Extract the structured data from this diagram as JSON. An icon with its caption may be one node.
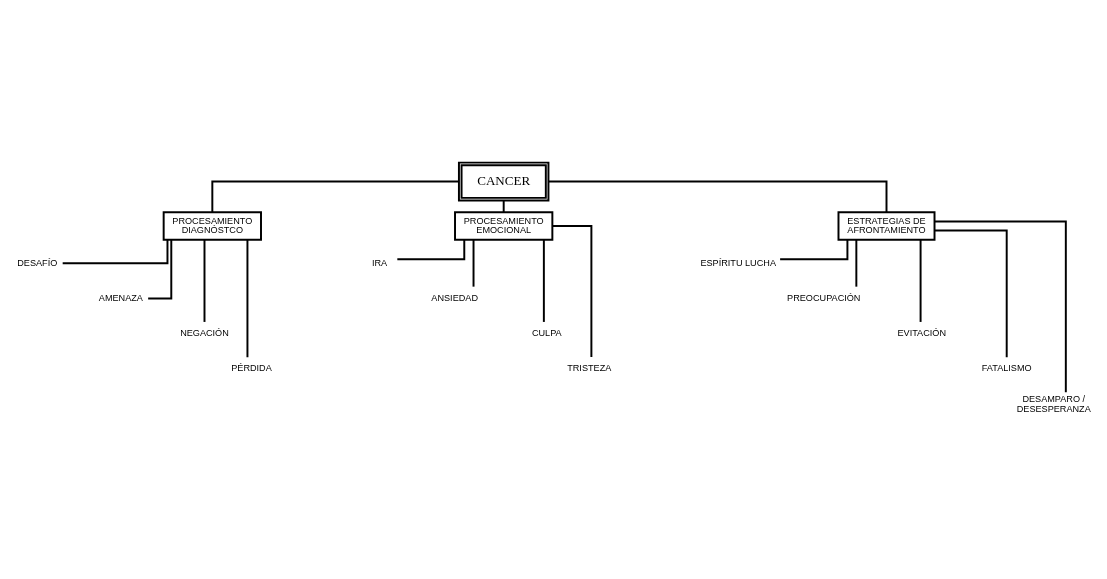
{
  "diagram": {
    "nodes": [
      {
        "text": [
          "CANCER"
        ]
      },
      {
        "text": [
          "PROCESAMIENTO DIAGNÓSTCO"
        ]
      },
      {
        "text": [
          "PROCESAMIENTO EMOCIONAL"
        ]
      },
      {
        "text": [
          "ESTRATEGIAS DE AFRONTAMIENTO"
        ]
      },
      {
        "text": [
          "DESAFÍO"
        ]
      },
      {
        "text": [
          "AMENAZA"
        ]
      },
      {
        "text": [
          "NEGACIÓN"
        ]
      },
      {
        "text": [
          "PÉRDIDA"
        ]
      },
      {
        "text": [
          "IRA"
        ]
      },
      {
        "text": [
          "ANSIEDAD"
        ]
      },
      {
        "text": [
          "CULPA"
        ]
      },
      {
        "text": [
          "TRISTEZA"
        ]
      },
      {
        "text": [
          "ESPÍRITU LUCHA"
        ]
      },
      {
        "text": [
          "PREOCUPACIÓN"
        ]
      },
      {
        "text": [
          "EVITACIÓN"
        ]
      },
      {
        "text": [
          "FATALISMO"
        ]
      },
      {
        "text": [
          "DESAMPARO / DESESPERANZA"
        ]
      }
    ],
    "edges": [
      {
        "from": 0,
        "to": 1,
        "arrow": "none"
      },
      {
        "from": 0,
        "to": 2,
        "arrow": "none"
      },
      {
        "from": 0,
        "to": 3,
        "arrow": "none"
      },
      {
        "from": 1,
        "to": 4,
        "arrow": "none"
      },
      {
        "from": 1,
        "to": 5,
        "arrow": "none"
      },
      {
        "from": 1,
        "to": 6,
        "arrow": "none"
      },
      {
        "from": 1,
        "to": 7,
        "arrow": "none"
      },
      {
        "from": 2,
        "to": 8,
        "arrow": "none"
      },
      {
        "from": 2,
        "to": 9,
        "arrow": "none"
      },
      {
        "from": 2,
        "to": 10,
        "arrow": "none"
      },
      {
        "from": 2,
        "to": 11,
        "arrow": "none"
      },
      {
        "from": 3,
        "to": 12,
        "arrow": "none"
      },
      {
        "from": 3,
        "to": 13,
        "arrow": "none"
      },
      {
        "from": 3,
        "to": 14,
        "arrow": "none"
      },
      {
        "from": 3,
        "to": 15,
        "arrow": "none"
      },
      {
        "from": 3,
        "to": 16,
        "arrow": "none"
      }
    ]
  }
}
